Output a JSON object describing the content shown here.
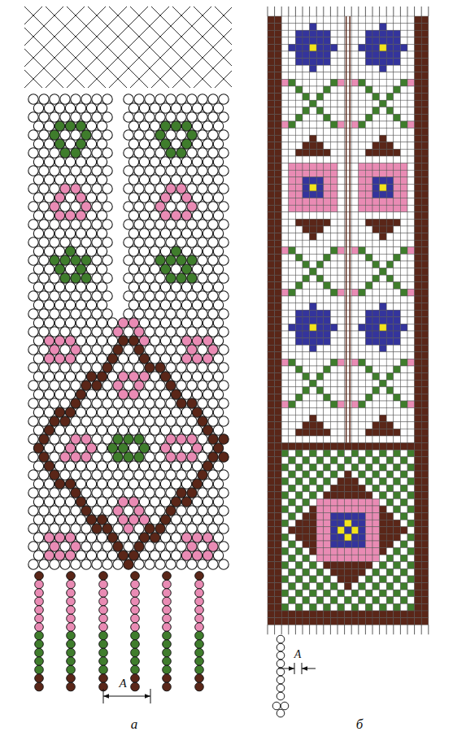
{
  "diagram": {
    "labels": [
      "А",
      "А",
      "а",
      "б"
    ]
  }
}
